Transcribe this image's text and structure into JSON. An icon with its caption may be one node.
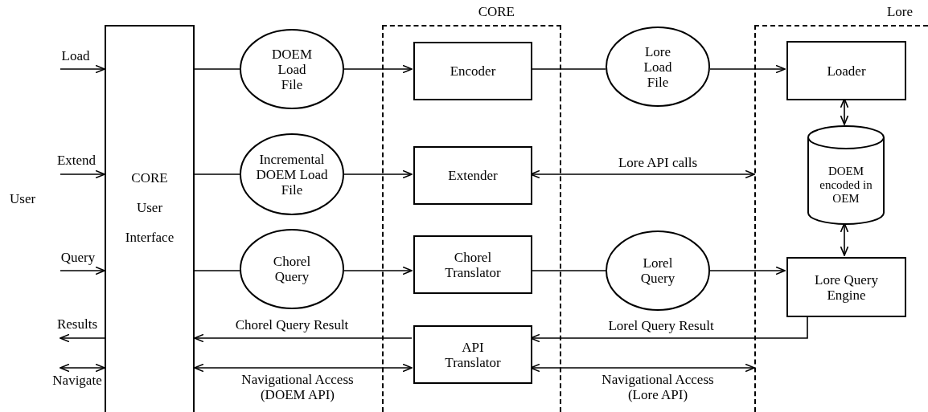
{
  "diagram": {
    "nodes": [
      {
        "text": [
          "CORE"
        ]
      },
      {
        "text": [
          "Lore"
        ]
      },
      {
        "text": [
          "CORE User Interface"
        ]
      },
      {
        "text": [
          "DOEM Load File"
        ]
      },
      {
        "text": [
          "Incremental DOEM Load File"
        ]
      },
      {
        "text": [
          "Chorel Query"
        ]
      },
      {
        "text": [
          "Encoder"
        ],
        "in": 0
      },
      {
        "text": [
          "Extender"
        ],
        "in": 0
      },
      {
        "text": [
          "Chorel Translator"
        ],
        "in": 0
      },
      {
        "text": [
          "API Translator"
        ],
        "in": 0
      },
      {
        "text": [
          "Lore Load File"
        ]
      },
      {
        "text": [
          "Lorel Query"
        ]
      },
      {
        "text": [
          "Loader"
        ],
        "in": 1
      },
      {
        "text": [
          "DOEM encoded in OEM"
        ],
        "in": 1
      },
      {
        "text": [
          "Lore Query Engine"
        ],
        "in": 1
      }
    ],
    "edges": [
      {
        "from": null,
        "to": 2,
        "arrow": "to",
        "label": "Load"
      },
      {
        "from": null,
        "to": 2,
        "arrow": "to",
        "label": "Extend"
      },
      {
        "from": null,
        "to": 2,
        "arrow": "to",
        "label": "Query"
      },
      {
        "from": 2,
        "to": null,
        "arrow": "to",
        "label": "Results"
      },
      {
        "from": null,
        "to": 2,
        "arrow": "both",
        "label": "Navigate"
      },
      {
        "from": 2,
        "to": 3,
        "arrow": "none"
      },
      {
        "from": 3,
        "to": 6,
        "arrow": "to"
      },
      {
        "from": 2,
        "to": 4,
        "arrow": "none"
      },
      {
        "from": 4,
        "to": 7,
        "arrow": "to"
      },
      {
        "from": 2,
        "to": 5,
        "arrow": "none"
      },
      {
        "from": 5,
        "to": 8,
        "arrow": "to"
      },
      {
        "from": 9,
        "to": 2,
        "arrow": "to",
        "label": "Chorel Query Result"
      },
      {
        "from": 2,
        "to": 9,
        "arrow": "both",
        "label": "Navigational Access (DOEM API)"
      },
      {
        "from": 6,
        "to": 10,
        "arrow": "none"
      },
      {
        "from": 10,
        "to": 12,
        "arrow": "to"
      },
      {
        "from": 7,
        "to": 1,
        "arrow": "both",
        "label": "Lore API calls"
      },
      {
        "from": 8,
        "to": 11,
        "arrow": "none"
      },
      {
        "from": 11,
        "to": 14,
        "arrow": "to"
      },
      {
        "from": 14,
        "to": 9,
        "arrow": "to",
        "label": "Lorel Query Result"
      },
      {
        "from": 9,
        "to": 1,
        "arrow": "both",
        "label": "Navigational Access (Lore API)"
      },
      {
        "from": 12,
        "to": 13,
        "arrow": "both"
      },
      {
        "from": 13,
        "to": 14,
        "arrow": "both"
      }
    ],
    "labels": [
      "User"
    ]
  }
}
